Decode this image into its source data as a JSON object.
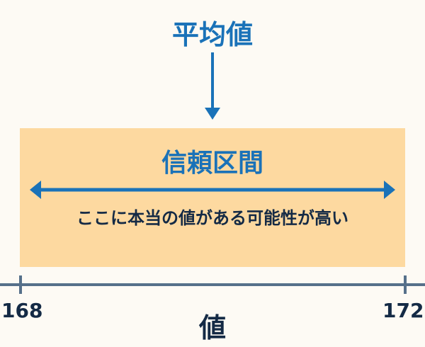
{
  "mean_label": "平均値",
  "confidence_interval": {
    "title": "信頼区間",
    "description": "ここに本当の値がある可能性が高い"
  },
  "axis": {
    "ticks": [
      "168",
      "172"
    ],
    "title": "値"
  },
  "colors": {
    "accent": "#1a72b8",
    "text": "#142a45",
    "box": "#fdd9a0",
    "axis": "#56708a",
    "background": "#fdfaf4"
  }
}
